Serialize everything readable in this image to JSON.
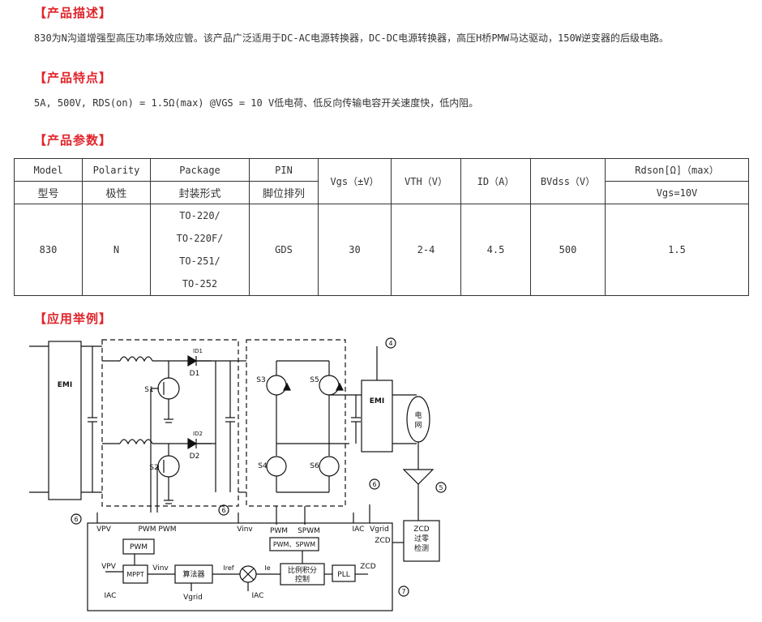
{
  "sections": {
    "desc_title": "【产品描述】",
    "desc_text": "830为N沟道增强型高压功率场效应管。该产品广泛适用于DC-AC电源转换器，DC-DC电源转换器，高压H桥PMW马达驱动，150W逆变器的后级电路。",
    "feat_title": "【产品特点】",
    "feat_text": "5A, 500V, RDS(on) = 1.5Ω(max) @VGS = 10 V低电荷、低反向传输电容开关速度快，低内阻。",
    "param_title": "【产品参数】",
    "app_title": "【应用举例】"
  },
  "table": {
    "h_model": "Model",
    "h_model_cn": "型号",
    "h_polarity": "Polarity",
    "h_polarity_cn": "极性",
    "h_package": "Package",
    "h_package_cn": "封装形式",
    "h_pin": "PIN",
    "h_pin_cn": "脚位排列",
    "h_vgs": "Vgs（±V）",
    "h_vth": "VTH（V）",
    "h_id": "ID（A）",
    "h_bvdss": "BVdss（V）",
    "h_rdson": "Rdson[Ω]（max）",
    "h_rdson_sub": "Vgs=10V",
    "row": {
      "model": "830",
      "polarity": "N",
      "package": [
        "TO-220/",
        "TO-220F/",
        "TO-251/",
        "TO-252"
      ],
      "pin": "GDS",
      "vgs": "30",
      "vth": "2-4",
      "id": "4.5",
      "bvdss": "500",
      "rdson": "1.5"
    }
  },
  "circuit": {
    "emi_left": "EMI",
    "emi_right": "EMI",
    "s1": "S1",
    "s2": "S2",
    "s3": "S3",
    "s4": "S4",
    "s5": "S5",
    "s6": "S6",
    "d1": "D1",
    "d2": "D2",
    "id1": "ID1",
    "id2": "ID2",
    "grid_1": "电",
    "grid_2": "网",
    "circle_4": "4",
    "circle_5": "5",
    "circle_6": "6",
    "circle_7": "7",
    "vpv": "VPV",
    "pwm_pwm": "PWM PWM",
    "vinv": "Vinv",
    "pwm": "PWM",
    "spwm": "SPWM",
    "iac": "IAC",
    "vgrid": "Vgrid",
    "zcd": "ZCD",
    "zcd_box_1": "ZCD",
    "zcd_box_2": "过零",
    "zcd_box_3": "检测",
    "pwm_box": "PWM",
    "mppt": "MPPT",
    "algo": "算法器",
    "iref": "Iref",
    "ie": "Ie",
    "pwm_spwm_box": "PWM、SPWM",
    "pi_1": "比例积分",
    "pi_2": "控制",
    "pll": "PLL"
  }
}
